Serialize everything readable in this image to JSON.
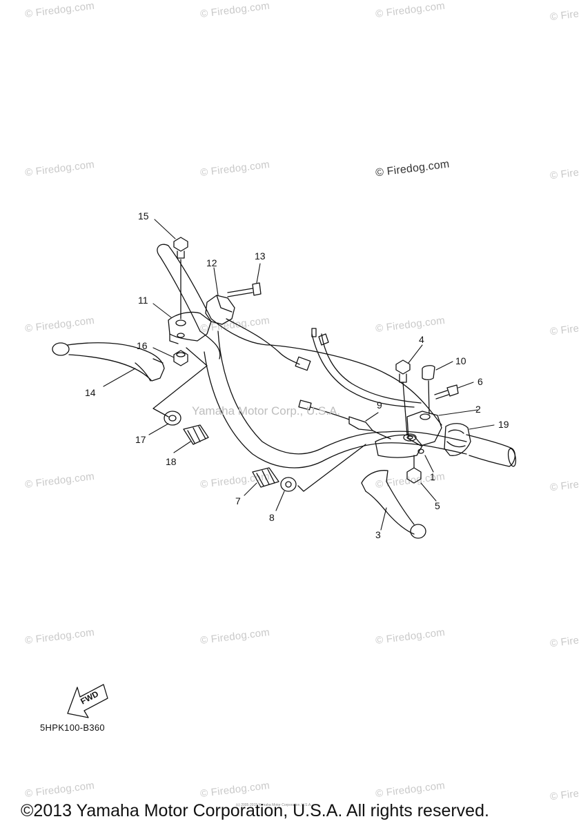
{
  "watermark": {
    "text": "© Firedog.com",
    "text_short": "© Fire"
  },
  "center_watermark": "Yamaha Motor Corp., U.S.A.",
  "callouts": [
    "1",
    "2",
    "3",
    "4",
    "5",
    "6",
    "7",
    "8",
    "9",
    "10",
    "11",
    "12",
    "13",
    "14",
    "15",
    "16",
    "17",
    "18",
    "19"
  ],
  "fwd_label": "FWD",
  "part_code": "5HPK100-B360",
  "tiny_copyright": "(c) 2005-2015 Yamaha Motor Corporation, U.S.A.",
  "footer": "©2013 Yamaha Motor Corporation, U.S.A. All rights reserved.",
  "colors": {
    "line": "#111111",
    "watermark": "#c9c9c9",
    "background": "#ffffff"
  }
}
